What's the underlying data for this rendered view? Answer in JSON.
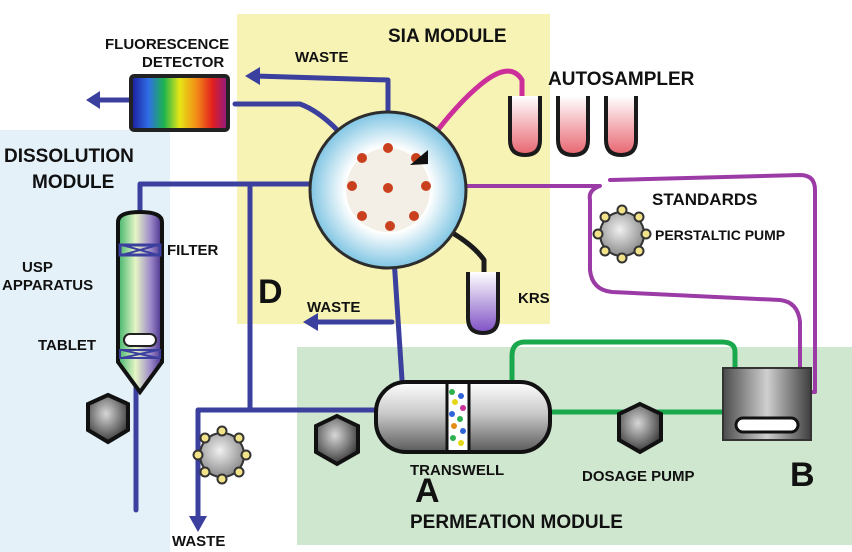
{
  "modules": {
    "sia": "SIA MODULE",
    "dissolution_line1": "DISSOLUTION",
    "dissolution_line2": "MODULE",
    "permeation": "PERMEATION MODULE"
  },
  "labels": {
    "fluorescence_line1": "FLUORESCENCE",
    "fluorescence_line2": "DETECTOR",
    "waste_top": "WASTE",
    "autosampler": "AUTOSAMPLER",
    "standards": "STANDARDS",
    "peristaltic_pump": "PERSTALTIC PUMP",
    "usp_line1": "USP",
    "usp_line2": "APPARATUS",
    "filter": "FILTER",
    "tablet": "TABLET",
    "d_marker": "D",
    "waste_mid": "WASTE",
    "krs": "KRS",
    "transwell": "TRANSWELL",
    "a_marker": "A",
    "dosage_pump": "DOSAGE PUMP",
    "b_marker": "B",
    "waste_bottom": "WASTE"
  },
  "colors": {
    "sia_bg": "#f7f3b4",
    "dissolution_bg": "#e4f1f9",
    "permeation_bg": "#cfe6cf",
    "tube_blue": "#3b3f9e",
    "tube_magenta": "#cc2f9a",
    "tube_purple": "#9b3ba6",
    "tube_green": "#1aa84c",
    "tube_black": "#1b1b1b"
  }
}
